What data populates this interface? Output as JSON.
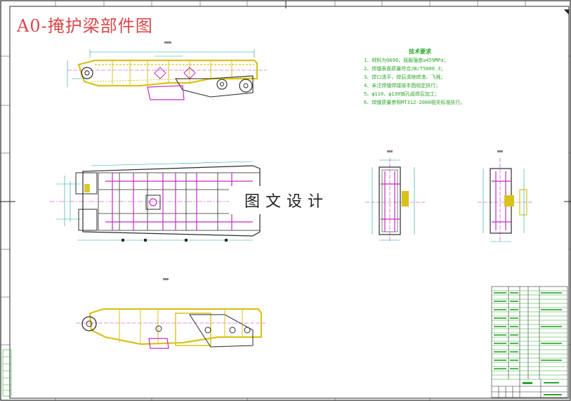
{
  "title": "A0-掩护梁部件图",
  "watermark": "图文设计",
  "tech_requirements": {
    "heading": "技术要求",
    "items": [
      "1、材料为Q690，屈服强度≥459MPa；",
      "2、焊缝表面质量符合JB/T5000.3；",
      "3、焊口清平，焊后清除焊渣、飞溅；",
      "4、未注焊缝焊接按本图规定执行；",
      "5、φ110、φ130销孔组焊后加工；",
      "6、焊缝质量参照MT312-2000相关标准执行。"
    ]
  },
  "colors": {
    "frame": "#2b2b2b",
    "yellow": "#d9c21a",
    "magenta": "#c22cc2",
    "cyan": "#1aa0a0",
    "blue": "#2a2ae0",
    "green": "#2aa52a",
    "red": "#d9484a"
  }
}
